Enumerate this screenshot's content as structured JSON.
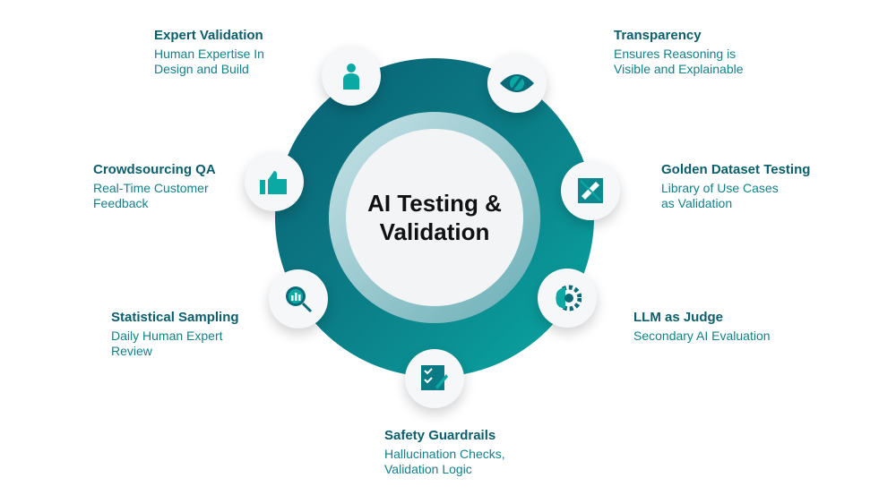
{
  "center": {
    "line1": "AI Testing &",
    "line2": "Validation"
  },
  "items": [
    {
      "title": "Expert Validation",
      "desc": "Human Expertise In Design and Build",
      "icon": "person-icon"
    },
    {
      "title": "Transparency",
      "desc": "Ensures Reasoning is Visible and Explainable",
      "icon": "eye-icon"
    },
    {
      "title": "Crowdsourcing QA",
      "desc": "Real-Time Customer Feedback",
      "icon": "thumbs-up-icon"
    },
    {
      "title": "Golden Dataset Testing",
      "desc": "Library of Use Cases as Validation",
      "icon": "ruler-icon"
    },
    {
      "title": "Statistical Sampling",
      "desc": "Daily Human Expert Review",
      "icon": "magnifier-chart-icon"
    },
    {
      "title": "LLM as Judge",
      "desc": "Secondary AI Evaluation",
      "icon": "brain-gear-icon"
    },
    {
      "title": "Safety Guardrails",
      "desc": "Hallucination Checks, Validation Logic",
      "icon": "checklist-icon"
    }
  ],
  "colors": {
    "teal": "#0aa9a4",
    "dark": "#0a5f72"
  }
}
